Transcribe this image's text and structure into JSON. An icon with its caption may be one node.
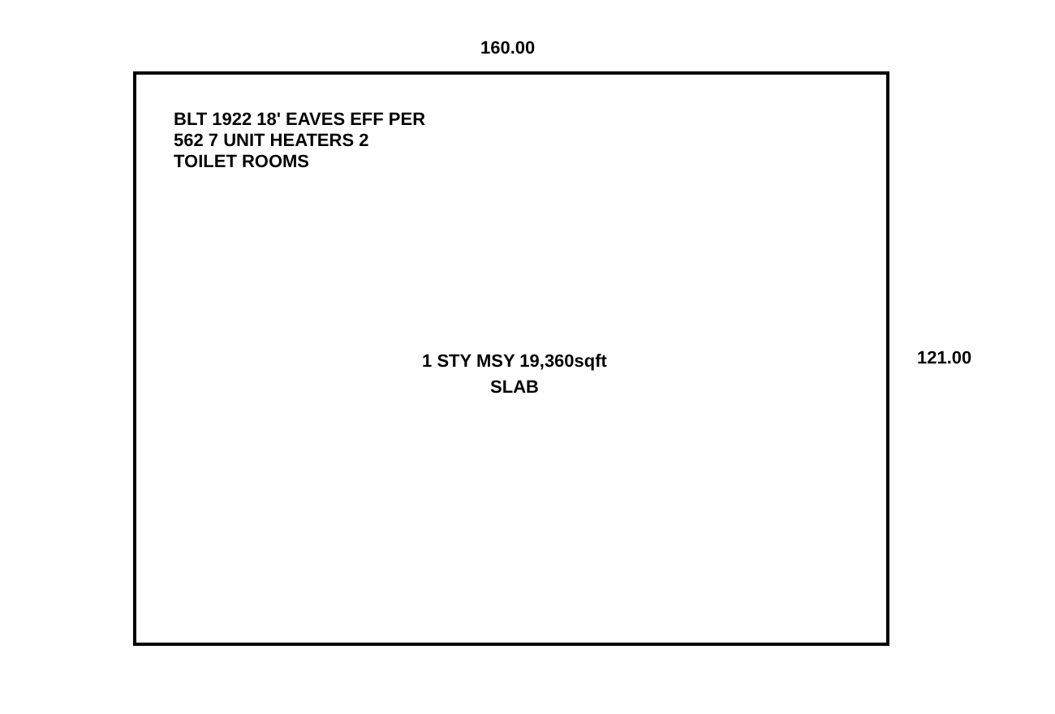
{
  "diagram": {
    "nodes": [
      {
        "text": [
          "BLT 1922 18' EAVES EFF PER 562 7 UNIT HEATERS 2 TOILET ROOMS",
          "1 STY MSY 19,360sqft SLAB"
        ]
      }
    ],
    "labels": [
      "160.00",
      "121.00"
    ]
  }
}
